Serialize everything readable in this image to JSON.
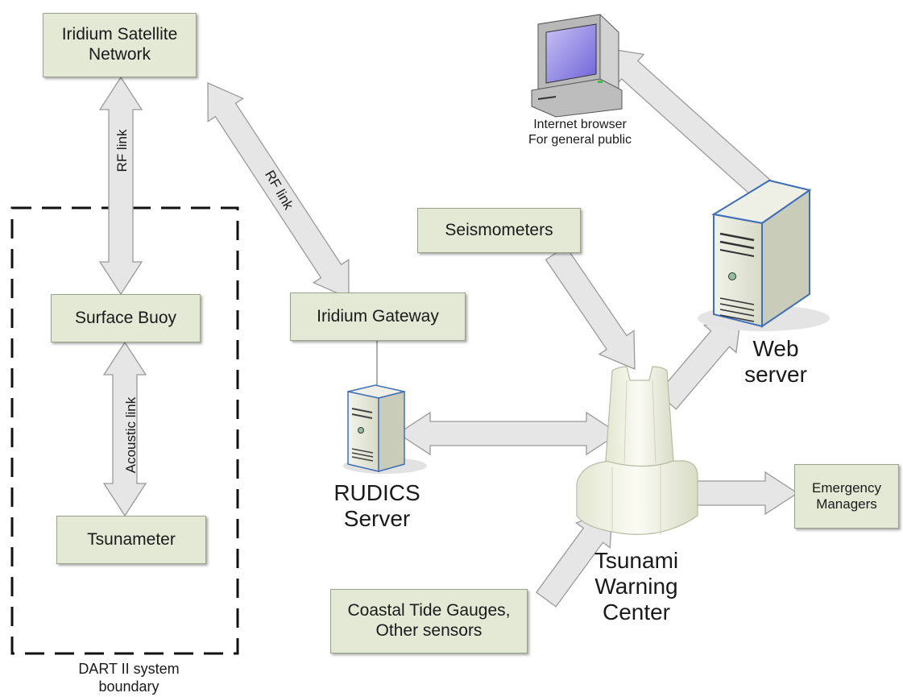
{
  "nodes": {
    "iridium_satellite": "Iridium Satellite\nNetwork",
    "surface_buoy": "Surface Buoy",
    "tsunameter": "Tsunameter",
    "iridium_gateway": "Iridium Gateway",
    "seismometers": "Seismometers",
    "coastal_tide": "Coastal Tide Gauges,\nOther sensors",
    "emergency_managers": "Emergency\nManagers"
  },
  "labels": {
    "rudics_server": "RUDICS\nServer",
    "web_server": "Web\nserver",
    "tsunami_center": "Tsunami\nWarning\nCenter",
    "internet_browser": "Internet browser\nFor general public",
    "dart_boundary": "DART II system\nboundary"
  },
  "links": {
    "rf_link_vertical": "RF link",
    "rf_link_diagonal": "RF link",
    "acoustic_link": "Acoustic link"
  },
  "colors": {
    "box_fill": "#e4e9d5",
    "arrow_fill": "#e6e6e6",
    "arrow_stroke": "#9a9a9a",
    "server_edge": "#3f6fb8"
  }
}
